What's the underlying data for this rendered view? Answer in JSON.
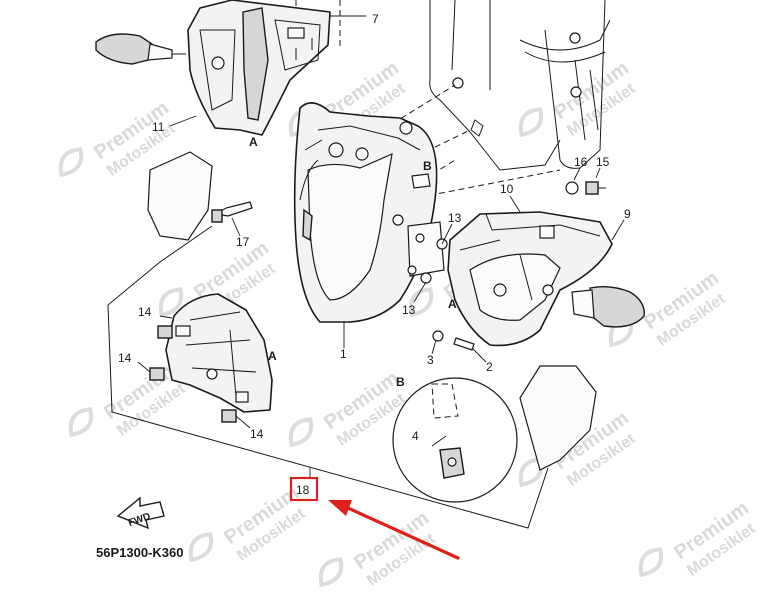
{
  "diagram": {
    "part_code": "56P1300-K360",
    "fwd_label": "FWD",
    "watermark_line1": "Premium",
    "watermark_line2": "Motosiklet",
    "highlight_color": "#e0201b",
    "highlighted_callout": "18",
    "callouts": {
      "c1": "1",
      "c2": "2",
      "c3": "3",
      "c4": "4",
      "c7": "7",
      "c9": "9",
      "c10": "10",
      "c11": "11",
      "c13a": "13",
      "c13b": "13",
      "c14a": "14",
      "c14b": "14",
      "c14c": "14",
      "c15": "15",
      "c16": "16",
      "c17": "17",
      "c18": "18"
    },
    "view_letters": {
      "a1": "A",
      "a2": "A",
      "a3": "A",
      "b1": "B",
      "b2": "B"
    }
  }
}
